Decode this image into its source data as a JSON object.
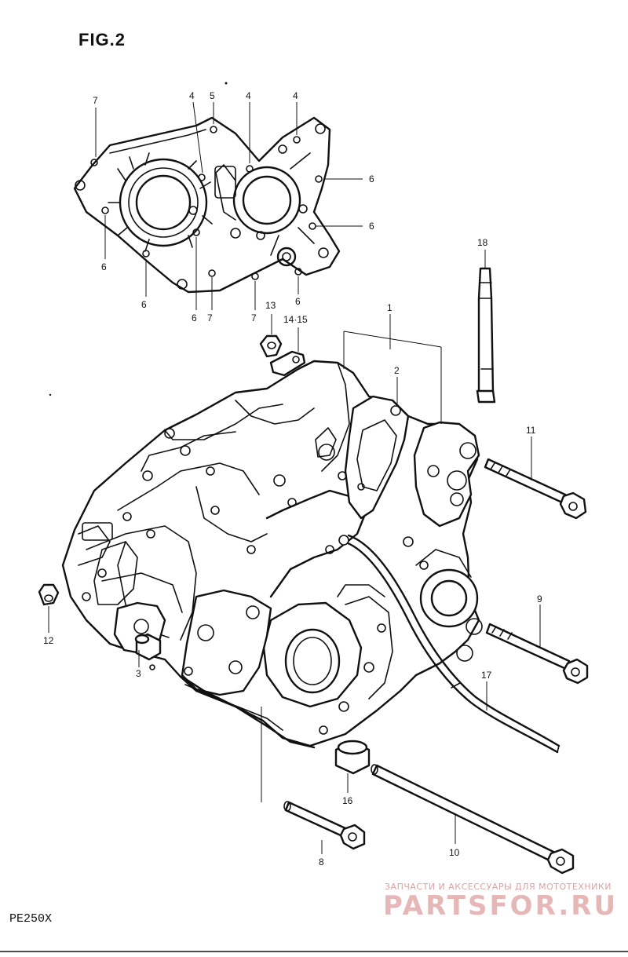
{
  "figure": {
    "title": "FIG.2",
    "model_code": "PE250X"
  },
  "callouts": {
    "c1": "1",
    "c2": "2",
    "c3": "3",
    "c4a": "4",
    "c4b": "4",
    "c4c": "4",
    "c5": "5",
    "c6a": "6",
    "c6b": "6",
    "c6c": "6",
    "c6d": "6",
    "c6e": "6",
    "c6f": "6",
    "c7a": "7",
    "c7b": "7",
    "c7c": "7",
    "c8": "8",
    "c9": "9",
    "c10": "10",
    "c11": "11",
    "c12": "12",
    "c13": "13",
    "c1415": "14·15",
    "c16": "16",
    "c17": "17",
    "c18": "18"
  },
  "watermark": {
    "caption": "ЗАПЧАСТИ И АКСЕССУАРЫ ДЛЯ МОТОТЕХНИКИ",
    "site": "PARTSFOR.RU"
  }
}
